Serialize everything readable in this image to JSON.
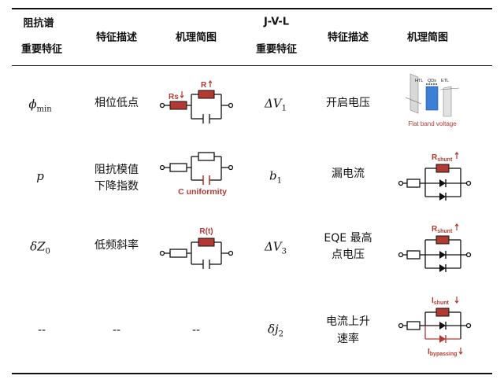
{
  "header": {
    "col1_line1": "阻抗谱",
    "col1_line2": "重要特征",
    "col2": "特征描述",
    "col3": "机理简图",
    "col4_line1": "J-V-L",
    "col4_line2": "重要特征",
    "col5": "特征描述",
    "col6": "机理简图"
  },
  "rows": [
    {
      "imp_sym": "ϕ",
      "imp_sub": "min",
      "imp_desc_1": "相位低点",
      "imp_desc_2": "",
      "imp_fig_labels": [
        "Rs",
        "R"
      ],
      "jvl_sym": "ΔV",
      "jvl_sub": "1",
      "jvl_desc_1": "开启电压",
      "jvl_desc_2": "",
      "jvl_fig_labels": [
        "HTL",
        "QDs",
        "ETL",
        "Flat band voltage"
      ]
    },
    {
      "imp_sym": "p",
      "imp_sub": "",
      "imp_desc_1": "阻抗模值",
      "imp_desc_2": "下降指数",
      "imp_fig_labels": [
        "C uniformity"
      ],
      "jvl_sym": "b",
      "jvl_sub": "1",
      "jvl_desc_1": "漏电流",
      "jvl_desc_2": "",
      "jvl_fig_labels": [
        "R",
        "shunt"
      ]
    },
    {
      "imp_sym": "δZ",
      "imp_sub": "0",
      "imp_desc_1": "低频斜率",
      "imp_desc_2": "",
      "imp_fig_labels": [
        "R(t)"
      ],
      "jvl_sym": "ΔV",
      "jvl_sub": "3",
      "jvl_desc_1": "EQE 最高",
      "jvl_desc_2": "点电压",
      "jvl_fig_labels": [
        "R",
        "shunt"
      ]
    },
    {
      "imp_sym": "--",
      "imp_sub": "",
      "imp_desc_1": "--",
      "imp_desc_2": "",
      "imp_fig": "--",
      "jvl_sym": "δj",
      "jvl_sub": "2",
      "jvl_desc_1": "电流上升",
      "jvl_desc_2": "速率",
      "jvl_fig_labels": [
        "I",
        "shunt",
        "I",
        "bypassing"
      ]
    }
  ],
  "colors": {
    "accent_red": "#b23a33",
    "rule": "#111111",
    "text": "#111111"
  }
}
